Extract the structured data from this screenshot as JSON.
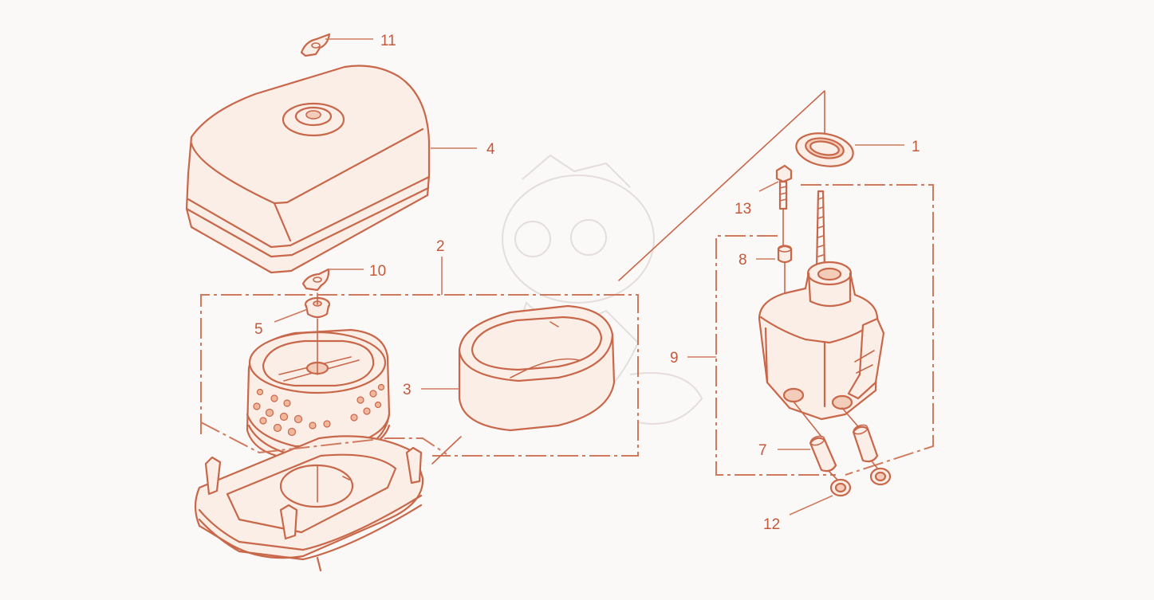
{
  "diagram": {
    "colors": {
      "line": "#c8674a",
      "label": "#c4583a",
      "background": "#fbf9f8"
    },
    "callouts": [
      {
        "id": "c1",
        "text": "1",
        "part": "gasket"
      },
      {
        "id": "c2",
        "text": "2",
        "part": "air-cleaner-element-set"
      },
      {
        "id": "c3",
        "text": "3",
        "part": "foam-pre-filter"
      },
      {
        "id": "c4",
        "text": "4",
        "part": "air-cleaner-cover"
      },
      {
        "id": "c5",
        "text": "5",
        "part": "grommet"
      },
      {
        "id": "c7",
        "text": "7",
        "part": "collar"
      },
      {
        "id": "c8",
        "text": "8",
        "part": "collar"
      },
      {
        "id": "c9",
        "text": "9",
        "part": "air-cleaner-case-assembly"
      },
      {
        "id": "c10",
        "text": "10",
        "part": "wing-nut"
      },
      {
        "id": "c11",
        "text": "11",
        "part": "wing-nut"
      },
      {
        "id": "c12",
        "text": "12",
        "part": "flange-nut"
      },
      {
        "id": "c13",
        "text": "13",
        "part": "bolt"
      }
    ]
  }
}
